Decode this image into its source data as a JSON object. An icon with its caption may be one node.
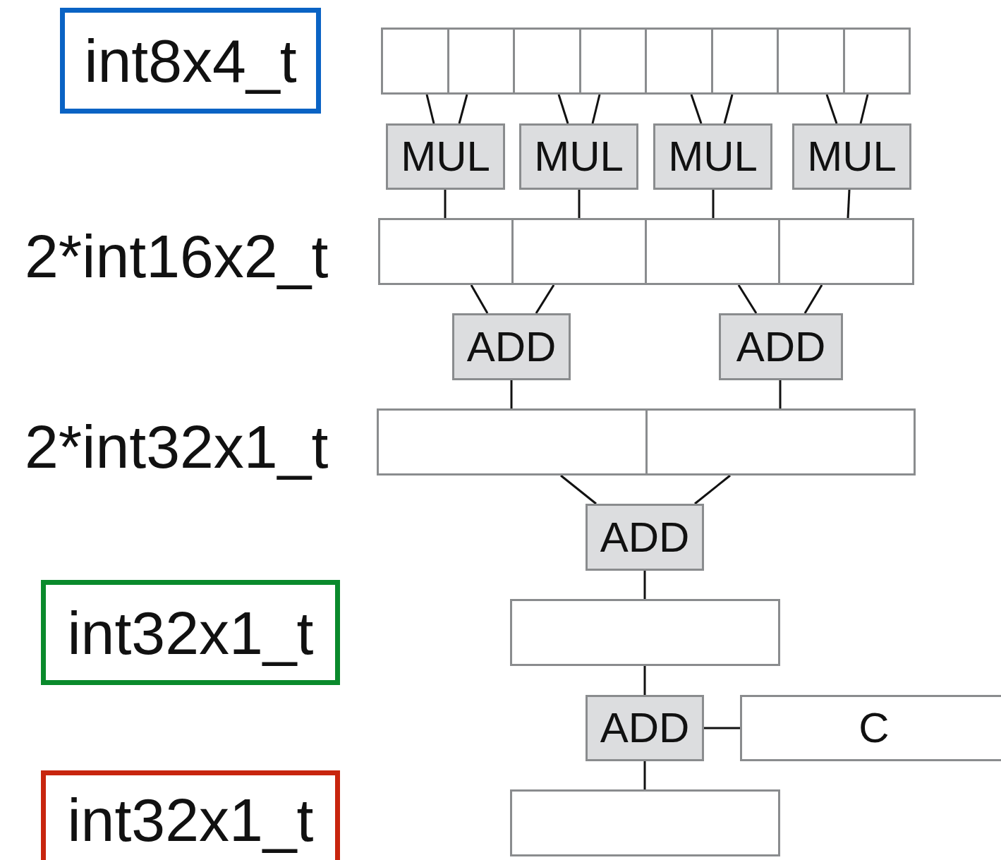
{
  "diagram": {
    "nodes": [
      {
        "text": [
          "int8x4_t"
        ]
      },
      {
        "text": [],
        "shape": "box"
      },
      {
        "text": [],
        "shape": "box"
      },
      {
        "text": [],
        "shape": "box"
      },
      {
        "text": [],
        "shape": "box"
      },
      {
        "text": [],
        "shape": "box"
      },
      {
        "text": [],
        "shape": "box"
      },
      {
        "text": [],
        "shape": "box"
      },
      {
        "text": [],
        "shape": "box"
      },
      {
        "text": [
          "MUL"
        ]
      },
      {
        "text": [
          "MUL"
        ]
      },
      {
        "text": [
          "MUL"
        ]
      },
      {
        "text": [
          "MUL"
        ]
      },
      {
        "text": [],
        "shape": "box"
      },
      {
        "text": [],
        "shape": "box"
      },
      {
        "text": [],
        "shape": "box"
      },
      {
        "text": [],
        "shape": "box"
      },
      {
        "text": [
          "ADD"
        ]
      },
      {
        "text": [
          "ADD"
        ]
      },
      {
        "text": [],
        "shape": "box"
      },
      {
        "text": [],
        "shape": "box"
      },
      {
        "text": [
          "ADD"
        ]
      },
      {
        "text": [
          "int32x1_t"
        ]
      },
      {
        "text": [],
        "shape": "box"
      },
      {
        "text": [
          "ADD"
        ]
      },
      {
        "text": [
          "C"
        ]
      },
      {
        "text": [
          "int32x1_t"
        ]
      },
      {
        "text": [],
        "shape": "box"
      }
    ],
    "edges": [
      {
        "from": 1,
        "to": 9,
        "arrow": "none"
      },
      {
        "from": 2,
        "to": 9,
        "arrow": "none"
      },
      {
        "from": 3,
        "to": 10,
        "arrow": "none"
      },
      {
        "from": 4,
        "to": 10,
        "arrow": "none"
      },
      {
        "from": 5,
        "to": 11,
        "arrow": "none"
      },
      {
        "from": 6,
        "to": 11,
        "arrow": "none"
      },
      {
        "from": 7,
        "to": 12,
        "arrow": "none"
      },
      {
        "from": 8,
        "to": 12,
        "arrow": "none"
      },
      {
        "from": 9,
        "to": 13,
        "arrow": "none"
      },
      {
        "from": 10,
        "to": 14,
        "arrow": "none"
      },
      {
        "from": 11,
        "to": 15,
        "arrow": "none"
      },
      {
        "from": 12,
        "to": 16,
        "arrow": "none"
      },
      {
        "from": 13,
        "to": 17,
        "arrow": "none"
      },
      {
        "from": 14,
        "to": 17,
        "arrow": "none"
      },
      {
        "from": 15,
        "to": 18,
        "arrow": "none"
      },
      {
        "from": 16,
        "to": 18,
        "arrow": "none"
      },
      {
        "from": 17,
        "to": 19,
        "arrow": "none"
      },
      {
        "from": 18,
        "to": 20,
        "arrow": "none"
      },
      {
        "from": 19,
        "to": 21,
        "arrow": "none"
      },
      {
        "from": 20,
        "to": 21,
        "arrow": "none"
      },
      {
        "from": 21,
        "to": 23,
        "arrow": "none"
      },
      {
        "from": 23,
        "to": 24,
        "arrow": "none"
      },
      {
        "from": 25,
        "to": 24,
        "arrow": "none"
      },
      {
        "from": 24,
        "to": 27,
        "arrow": "none"
      }
    ],
    "labels": [
      "2*int16x2_t",
      "2*int32x1_t"
    ]
  }
}
